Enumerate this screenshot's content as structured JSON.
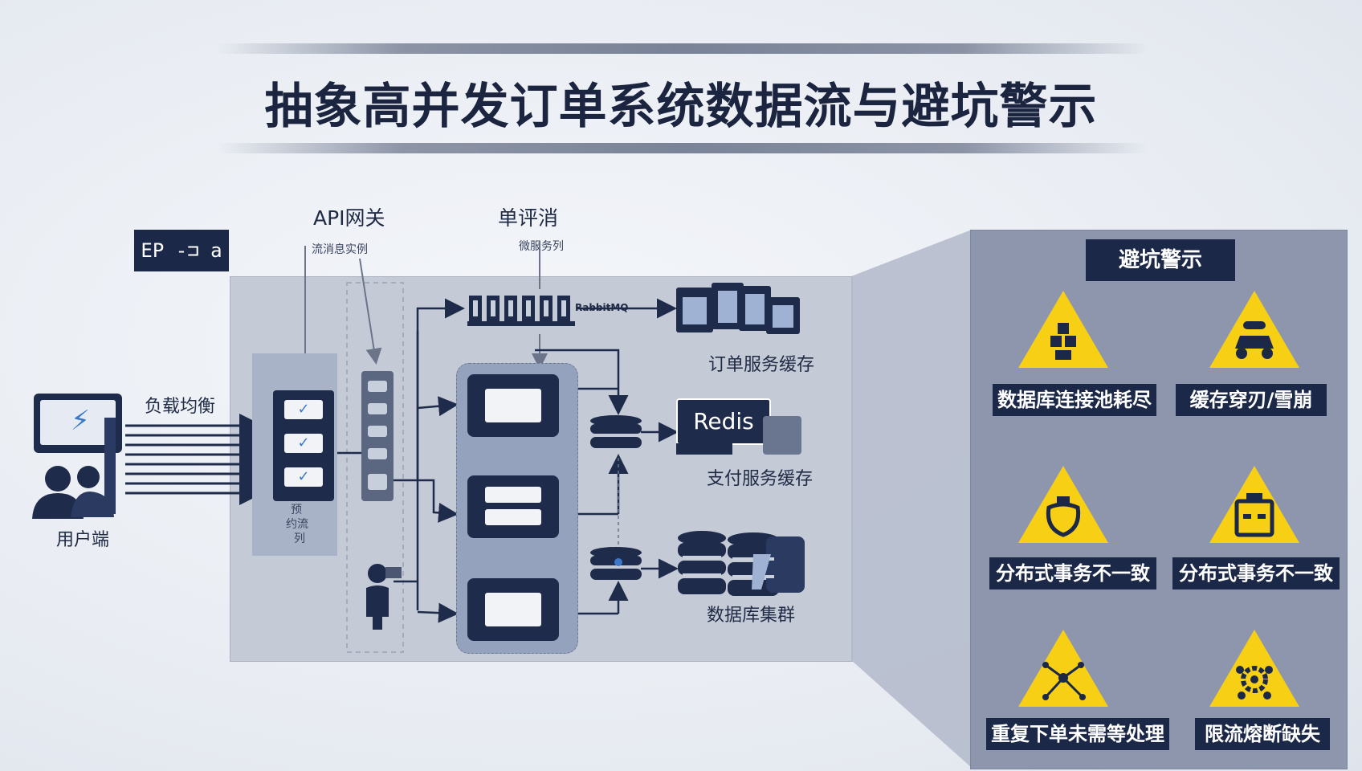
{
  "title": "抽象高并发订单系统数据流与避坑警示",
  "diagram": {
    "top_left_badge": "EP -⊐ a",
    "api_gateway": {
      "title": "API网关",
      "sub": "流消息实例"
    },
    "order_queue": {
      "title": "单评消",
      "sub": "微服务列"
    },
    "rabbitmq_label": "RabbitMQ",
    "user_label": "用户端",
    "load_balancer_label": "负载均衡",
    "gateway_column_text": [
      "预",
      "约流",
      "列"
    ],
    "order_service_label": "订单服务缓存",
    "redis_label": "Redis",
    "payment_service_label": "支付服务缓存",
    "db_cluster_label": "数据库集群"
  },
  "warnings": {
    "title": "避坑警示",
    "items": [
      {
        "label": "数据库连接池耗尽",
        "icon": "boxes-warning-icon"
      },
      {
        "label": "缓存穿刃/雪崩",
        "icon": "car-warning-icon"
      },
      {
        "label": "分布式事务不一致",
        "icon": "bag-warning-icon"
      },
      {
        "label": "分布式事务不一致",
        "icon": "machine-warning-icon"
      },
      {
        "label": "重复下单未需等处理",
        "icon": "network-warning-icon"
      },
      {
        "label": "限流熔断缺失",
        "icon": "gear-warning-icon"
      }
    ]
  },
  "colors": {
    "navy": "#1c2847",
    "warning_yellow": "#f7cf14",
    "panel": "#c4cbd7"
  }
}
